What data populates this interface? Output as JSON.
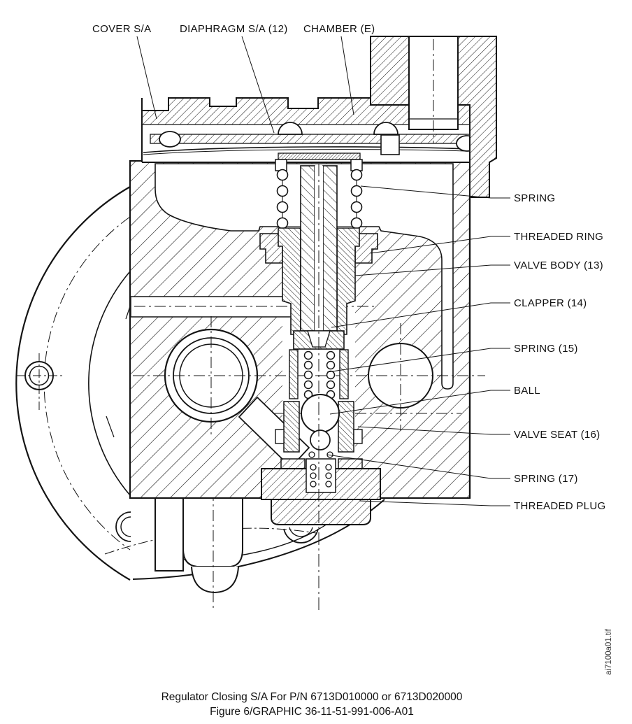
{
  "diagram": {
    "title_context": "Regulator cross-section technical drawing",
    "top_labels": [
      "COVER S/A",
      "DIAPHRAGM S/A (12)",
      "CHAMBER (E)"
    ],
    "right_labels": [
      "SPRING",
      "THREADED RING",
      "VALVE BODY (13)",
      "CLAPPER (14)",
      "SPRING (15)",
      "BALL",
      "VALVE SEAT (16)",
      "SPRING (17)",
      "THREADED PLUG"
    ],
    "caption_line1": "Regulator Closing S/A For P/N 6713D010000 or 6713D020000",
    "caption_line2": "Figure 6/GRAPHIC 36-11-51-991-006-A01",
    "watermark": "ai7100a01.tif",
    "colors": {
      "line": "#141414",
      "background": "#ffffff"
    }
  }
}
